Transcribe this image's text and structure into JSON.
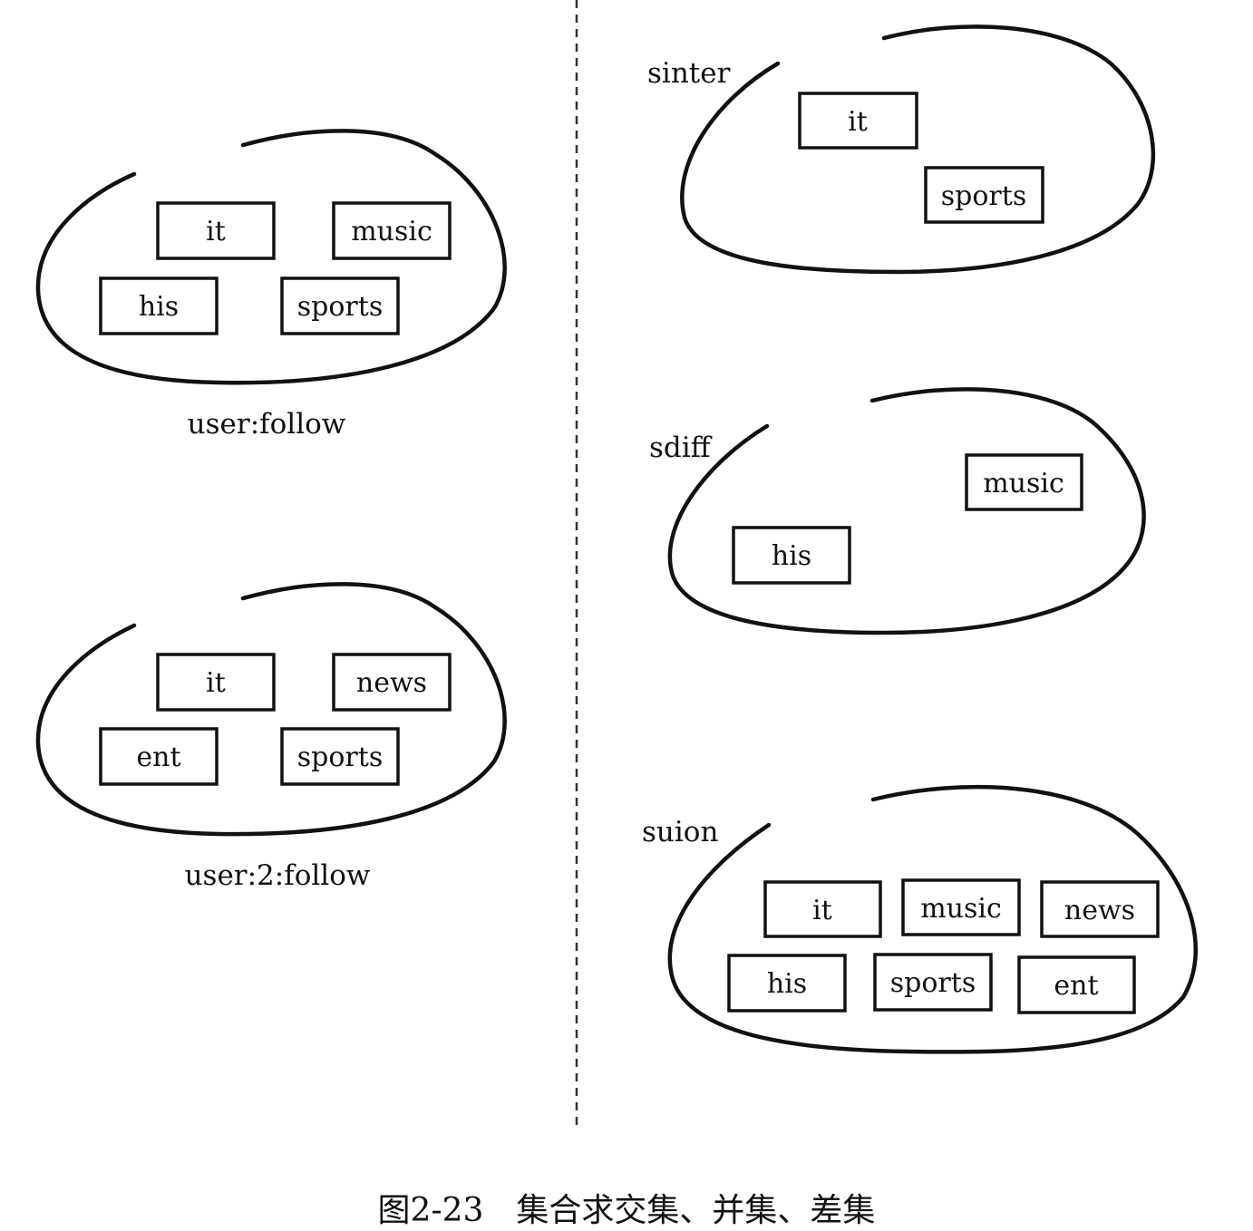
{
  "sets": {
    "user_follow": {
      "label": "user:follow",
      "items": [
        "it",
        "music",
        "his",
        "sports"
      ]
    },
    "user2_follow": {
      "label": "user:2:follow",
      "items": [
        "it",
        "news",
        "ent",
        "sports"
      ]
    },
    "sinter": {
      "label": "sinter",
      "items": [
        "it",
        "sports"
      ]
    },
    "sdiff": {
      "label": "sdiff",
      "items": [
        "music",
        "his"
      ]
    },
    "sunion": {
      "label": "suion",
      "items": [
        "it",
        "music",
        "news",
        "his",
        "sports",
        "ent"
      ]
    }
  },
  "caption": "图2-23　集合求交集、并集、差集"
}
